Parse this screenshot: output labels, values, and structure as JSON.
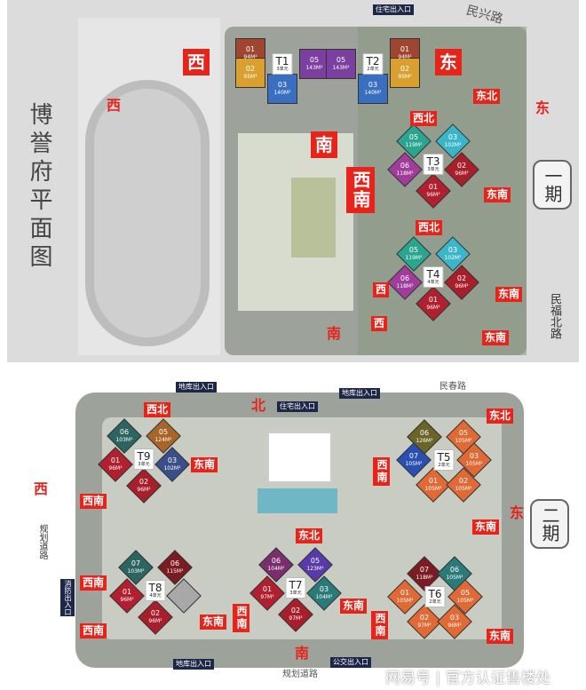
{
  "top_panel": {
    "title": "博誉府平面图",
    "phase": "一期",
    "roads": [
      "民兴路",
      "民福北路"
    ],
    "entrances": [
      "住宅出入口"
    ],
    "red_text": [
      "西",
      "东",
      "南"
    ],
    "direction_labels": [
      "西",
      "东",
      "南",
      "西南",
      "东北",
      "西北",
      "东南",
      "西北",
      "西",
      "东南",
      "西",
      "东南"
    ],
    "buildings": [
      {
        "name": "T1",
        "sub": "3单元",
        "units": [
          {
            "code": "01",
            "area": "94M²",
            "color": "#a0452f"
          },
          {
            "code": "02",
            "area": "95M²",
            "color": "#d9a030"
          },
          {
            "code": "05",
            "area": "143M²",
            "color": "#7b3fa0"
          },
          {
            "code": "03",
            "area": "140M²",
            "color": "#3a6fc0"
          }
        ]
      },
      {
        "name": "T2",
        "sub": "2单元",
        "units": [
          {
            "code": "05",
            "area": "143M²",
            "color": "#7b3fa0"
          },
          {
            "code": "01",
            "area": "94M²",
            "color": "#a0452f"
          },
          {
            "code": "02",
            "area": "95M²",
            "color": "#d9a030"
          },
          {
            "code": "03",
            "area": "140M²",
            "color": "#3a6fc0"
          }
        ]
      },
      {
        "name": "T3",
        "sub": "3单元",
        "units": [
          {
            "code": "05",
            "area": "119M²",
            "color": "#2aa58f"
          },
          {
            "code": "03",
            "area": "102M²",
            "color": "#3bb6c8"
          },
          {
            "code": "06",
            "area": "118M²",
            "color": "#a03c9c"
          },
          {
            "code": "01",
            "area": "96M²",
            "color": "#b0202e"
          },
          {
            "code": "02",
            "area": "96M²",
            "color": "#a81f2c"
          }
        ]
      },
      {
        "name": "T4",
        "sub": "4单元",
        "units": [
          {
            "code": "05",
            "area": "119M²",
            "color": "#2aa58f"
          },
          {
            "code": "03",
            "area": "102M²",
            "color": "#3bb6c8"
          },
          {
            "code": "06",
            "area": "118M²",
            "color": "#a03c9c"
          },
          {
            "code": "01",
            "area": "96M²",
            "color": "#b0202e"
          },
          {
            "code": "02",
            "area": "96M²",
            "color": "#a81f2c"
          }
        ]
      }
    ]
  },
  "bottom_panel": {
    "phase": "二期",
    "roads": [
      "民春路",
      "规划道路",
      "规划道路"
    ],
    "entrances": [
      "地库出入口",
      "住宅出入口",
      "地库出入口",
      "消防出入口",
      "地库出入口",
      "公交出入口"
    ],
    "red_text": [
      "北",
      "东",
      "南",
      "西"
    ],
    "direction_labels": [
      "西北",
      "东南",
      "西南",
      "东北",
      "西南",
      "东南",
      "西南",
      "东南",
      "西南",
      "东北",
      "西南",
      "东南",
      "西南",
      "东南"
    ],
    "buildings": [
      {
        "name": "T9",
        "sub": "3单元",
        "units": [
          {
            "code": "06",
            "area": "103M²",
            "color": "#2c6460"
          },
          {
            "code": "05",
            "area": "124M²",
            "color": "#a8652a"
          },
          {
            "code": "01",
            "area": "96M²",
            "color": "#b0202e"
          },
          {
            "code": "02",
            "area": "96M²",
            "color": "#a81f2c"
          },
          {
            "code": "03",
            "area": "102M²",
            "color": "#3a4f8a"
          }
        ]
      },
      {
        "name": "T5",
        "sub": "2单元",
        "units": [
          {
            "code": "06",
            "area": "126M²",
            "color": "#6b6428"
          },
          {
            "code": "05",
            "area": "105M²",
            "color": "#e06a35"
          },
          {
            "code": "03",
            "area": "105M²",
            "color": "#e06a35"
          },
          {
            "code": "07",
            "area": "105M²",
            "color": "#2a4fb0"
          },
          {
            "code": "01",
            "area": "105M²",
            "color": "#e06a35"
          },
          {
            "code": "02",
            "area": "105M²",
            "color": "#e06a35"
          }
        ]
      },
      {
        "name": "T8",
        "sub": "4单元",
        "units": [
          {
            "code": "07",
            "area": "103M²",
            "color": "#2c6460"
          },
          {
            "code": "06",
            "area": "115M²",
            "color": "#7a1c22"
          },
          {
            "code": "01",
            "area": "96M²",
            "color": "#b0202e"
          },
          {
            "code": "02",
            "area": "96M²",
            "color": "#a81f2c"
          },
          {
            "code": "",
            "area": "",
            "color": "#a8a8a8"
          }
        ]
      },
      {
        "name": "T7",
        "sub": "3单元",
        "units": [
          {
            "code": "06",
            "area": "104M²",
            "color": "#7a2e6e"
          },
          {
            "code": "05",
            "area": "123M²",
            "color": "#5a3aa8"
          },
          {
            "code": "01",
            "area": "97M²",
            "color": "#b0202e"
          },
          {
            "code": "02",
            "area": "97M²",
            "color": "#a81f2c"
          },
          {
            "code": "03",
            "area": "104M²",
            "color": "#2a7a7a"
          }
        ]
      },
      {
        "name": "T6",
        "sub": "2单元",
        "units": [
          {
            "code": "07",
            "area": "118M²",
            "color": "#7a1c22"
          },
          {
            "code": "06",
            "area": "105M²",
            "color": "#2a7a7a"
          },
          {
            "code": "01",
            "area": "105M²",
            "color": "#e06a35"
          },
          {
            "code": "02",
            "area": "97M²",
            "color": "#e06a35"
          },
          {
            "code": "03",
            "area": "96M²",
            "color": "#e06a35"
          },
          {
            "code": "05",
            "area": "105M²",
            "color": "#e06a35"
          }
        ]
      }
    ]
  },
  "watermark": "网易号 | 官方认证售楼处"
}
